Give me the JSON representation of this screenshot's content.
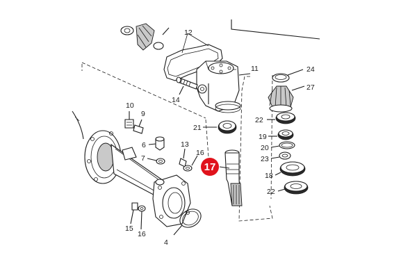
{
  "labels": {
    "l12": "12",
    "l11": "11",
    "l24": "24",
    "l27": "27",
    "l14": "14",
    "l10": "10",
    "l9": "9",
    "l22a": "22",
    "l21": "21",
    "l19": "19",
    "l20": "20",
    "l23": "23",
    "l6": "6",
    "l13": "13",
    "l16a": "16",
    "l7": "7",
    "l18": "18",
    "l22b": "22",
    "l15": "15",
    "l16b": "16",
    "l4": "4"
  },
  "highlight": {
    "label": "17",
    "color": "#e0131c"
  }
}
